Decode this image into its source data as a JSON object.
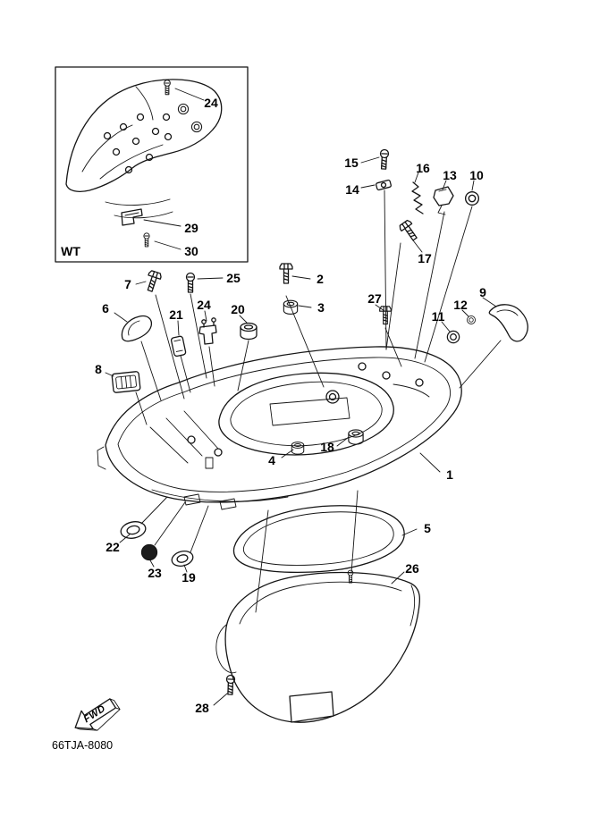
{
  "diagram": {
    "code": "66TJA-8080",
    "inset_tag": "WT",
    "direction_label": "FWD"
  },
  "callouts": [
    {
      "label": "24"
    },
    {
      "label": "29"
    },
    {
      "label": "30"
    },
    {
      "label": "15"
    },
    {
      "label": "16"
    },
    {
      "label": "13"
    },
    {
      "label": "10"
    },
    {
      "label": "14"
    },
    {
      "label": "17"
    },
    {
      "label": "7"
    },
    {
      "label": "25"
    },
    {
      "label": "2"
    },
    {
      "label": "6"
    },
    {
      "label": "21"
    },
    {
      "label": "24"
    },
    {
      "label": "20"
    },
    {
      "label": "3"
    },
    {
      "label": "27"
    },
    {
      "label": "9"
    },
    {
      "label": "12"
    },
    {
      "label": "11"
    },
    {
      "label": "8"
    },
    {
      "label": "18"
    },
    {
      "label": "4"
    },
    {
      "label": "1"
    },
    {
      "label": "5"
    },
    {
      "label": "22"
    },
    {
      "label": "23"
    },
    {
      "label": "19"
    },
    {
      "label": "26"
    },
    {
      "label": "28"
    }
  ]
}
